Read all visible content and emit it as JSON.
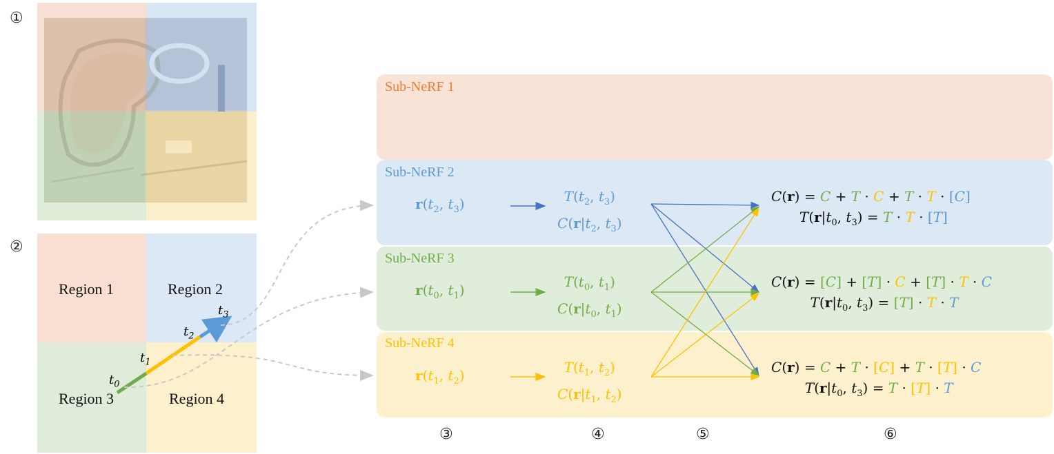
{
  "steps": [
    "①",
    "②",
    "③",
    "④",
    "⑤",
    "⑥"
  ],
  "regions": [
    "Region 1",
    "Region 2",
    "Region 3",
    "Region 4"
  ],
  "ray_points": [
    "t0",
    "t1",
    "t2",
    "t3"
  ],
  "subnerfs": [
    {
      "title": "Sub-NeRF 1"
    },
    {
      "title": "Sub-NeRF 2",
      "input": "r(t2, t3)",
      "out_T": "T(t2, t3)",
      "out_C": "C(r|t2, t3)"
    },
    {
      "title": "Sub-NeRF 3",
      "input": "r(t0, t1)",
      "out_T": "T(t0, t1)",
      "out_C": "C(r|t0, t1)"
    },
    {
      "title": "Sub-NeRF 4",
      "input": "r(t1, t2)",
      "out_T": "T(t1, t2)",
      "out_C": "C(r|t1, t2)"
    }
  ],
  "equations": [
    {
      "C": "C(r) = C + T · C + T · T · [C]",
      "T": "T(r|t0, t3) = T · T · [T]"
    },
    {
      "C": "C(r) = [C] + [T] · C + [T] · T · C",
      "T": "T(r|t0, t3) = [T] · T · T"
    },
    {
      "C": "C(r) = C + T · [C] + T · [T] · C",
      "T": "T(r|t0, t3) = T · [T] · T"
    }
  ],
  "colors": {
    "region1": "#f8dfd2",
    "region2": "#dce8f5",
    "region3": "#dfecda",
    "region4": "#fdf0cc",
    "blue": "#5b9bd5",
    "green": "#70ad47",
    "yellow": "#ffc000",
    "orange": "#ed7d31"
  }
}
